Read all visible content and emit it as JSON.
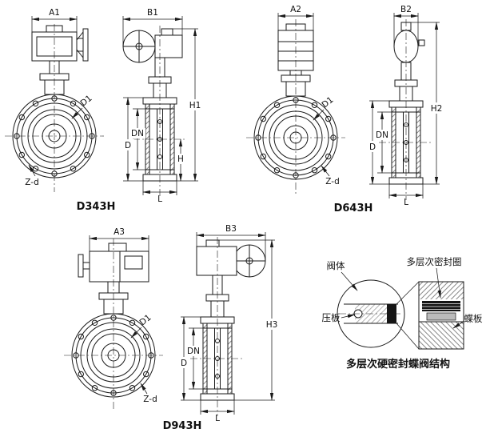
{
  "figures": {
    "d343h": {
      "title": "D343H",
      "dims": {
        "a": "A1",
        "b": "B1",
        "h_total": "H1",
        "d1": "D1",
        "dn": "DN",
        "d": "D",
        "h": "H",
        "l": "L",
        "zd": "Z-d"
      }
    },
    "d643h": {
      "title": "D643H",
      "dims": {
        "a": "A2",
        "b": "B2",
        "h_total": "H2",
        "d1": "D1",
        "dn": "DN",
        "d": "D",
        "l": "L",
        "zd": "Z-d"
      }
    },
    "d943h": {
      "title": "D943H",
      "dims": {
        "a": "A3",
        "b": "B3",
        "h_total": "H3",
        "d1": "D1",
        "dn": "DN",
        "d": "D",
        "l": "L",
        "zd": "Z-d"
      }
    },
    "detail": {
      "caption": "多层次硬密封蝶阀结构",
      "labels": {
        "valve_body": "阀体",
        "seal_ring": "多层次密封圈",
        "pressure_plate": "压板",
        "disc": "蝶板"
      }
    }
  },
  "colors": {
    "line": "#1a1a1a",
    "background": "#ffffff"
  }
}
